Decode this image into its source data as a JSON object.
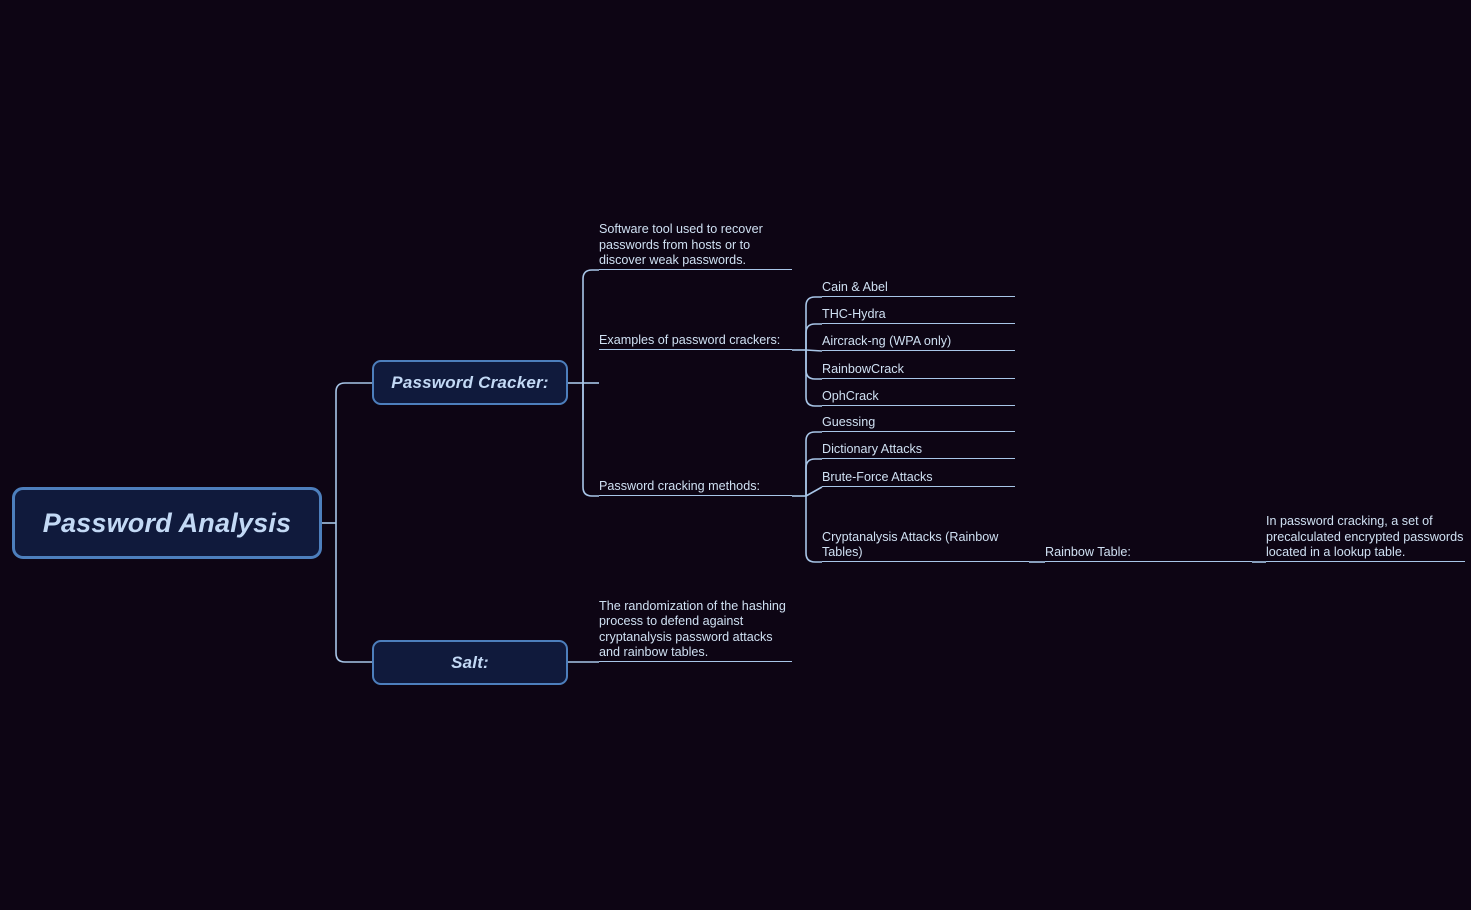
{
  "diagram": {
    "title": "Password Analysis",
    "type": "mind-map",
    "colors": {
      "background": "#0d0514",
      "node_fill": "#101a3c",
      "node_border": "#4d7fbd",
      "connector": "#a8c6e8",
      "text": "#cfe0f2"
    }
  },
  "root": {
    "label": "Password Analysis"
  },
  "branches": {
    "password_cracker": {
      "label": "Password Cracker:",
      "definition": "Software tool used to recover passwords from hosts or to discover weak passwords.",
      "examples_label": "Examples of password crackers:",
      "examples": [
        "Cain & Abel",
        "THC-Hydra",
        "Aircrack-ng (WPA only)",
        "RainbowCrack",
        "OphCrack"
      ],
      "methods_label": "Password cracking methods:",
      "methods": [
        "Guessing",
        "Dictionary Attacks",
        "Brute-Force Attacks",
        "Cryptanalysis Attacks (Rainbow Tables)"
      ],
      "rainbow_table": {
        "label": "Rainbow Table:",
        "definition": "In password cracking, a set of precalculated encrypted passwords located in a lookup table."
      }
    },
    "salt": {
      "label": "Salt:",
      "definition": "The randomization of the hashing process to defend against cryptanalysis password attacks and rainbow tables."
    }
  }
}
